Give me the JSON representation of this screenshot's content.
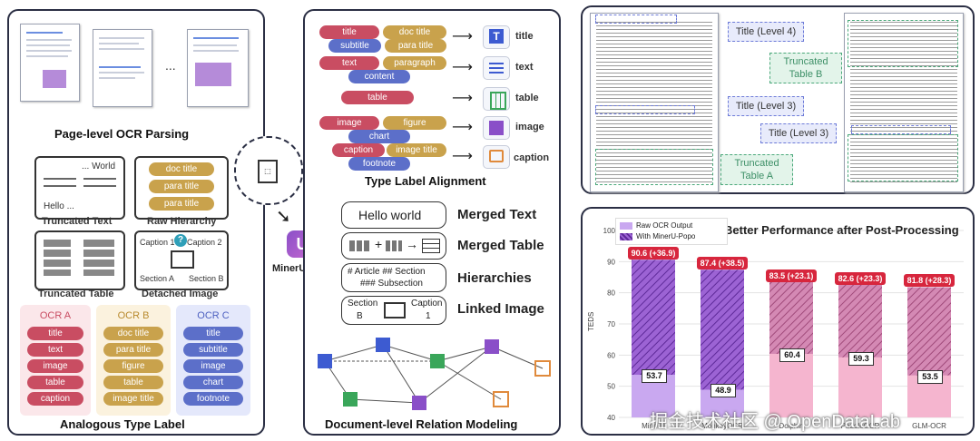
{
  "panels": {
    "left_top_title": "Page-level OCR Parsing",
    "truncated_text_label": "Truncated Text",
    "truncated_text_top": "... World",
    "truncated_text_bottom": "Hello ...",
    "raw_hierarchy_label": "Raw Hierarchy",
    "raw_hierarchy_items": [
      "doc title",
      "para title",
      "para title"
    ],
    "truncated_table_label": "Truncated Table",
    "detached_image_label": "Detached Image",
    "detached_image_captions": [
      "Caption 1",
      "Caption 2",
      "Section A",
      "Section B"
    ],
    "analogous_label": "Analogous Type Label",
    "ocr_a_head": "OCR A",
    "ocr_b_head": "OCR B",
    "ocr_c_head": "OCR C",
    "ocr_a_items": [
      "title",
      "text",
      "image",
      "table",
      "caption"
    ],
    "ocr_b_items": [
      "doc title",
      "para title",
      "figure",
      "table",
      "image title"
    ],
    "ocr_c_items": [
      "title",
      "subtitle",
      "image",
      "chart",
      "footnote"
    ],
    "logo_text": "MinerU-Popo",
    "ellipsis": "...",
    "question_mark": "?"
  },
  "alignment": {
    "title": "Type Label Alignment",
    "row1_pills": [
      "title",
      "doc title",
      "subtitle",
      "para title"
    ],
    "row1_out": "title",
    "row2_pills": [
      "text",
      "paragraph",
      "content"
    ],
    "row2_out": "text",
    "row3_pills": [
      "table"
    ],
    "row3_out": "table",
    "row4_pills": [
      "image",
      "figure",
      "chart"
    ],
    "row4_out": "image",
    "row5_pills": [
      "caption",
      "image title",
      "footnote"
    ],
    "row5_out": "caption",
    "icon_title_glyph": "T"
  },
  "merging": {
    "merged_text_box": "Hello world",
    "merged_text_label": "Merged Text",
    "merged_table_label": "Merged Table",
    "hierarchy_box_line1": "# Article  ## Section",
    "hierarchy_box_line2": "### Subsection",
    "hierarchies_label": "Hierarchies",
    "linked_box_left": "Section",
    "linked_box_left2": "B",
    "linked_box_right": "Caption",
    "linked_box_right2": "1",
    "linked_image_label": "Linked Image",
    "relation_title": "Document-level Relation Modeling"
  },
  "document": {
    "title_level4": "Title (Level 4)",
    "title_level3a": "Title (Level 3)",
    "title_level3b": "Title (Level 3)",
    "truncated_table_b": "Truncated Table B",
    "truncated_table_a": "Truncated Table A"
  },
  "chart_data": {
    "type": "bar",
    "title": "Better Performance after Post-Processing",
    "ylabel": "TEDS",
    "ylim": [
      40,
      100
    ],
    "yticks": [
      40,
      50,
      60,
      70,
      80,
      90,
      100
    ],
    "categories": [
      "MinerU",
      "MonkeyOCR",
      "Dolphin",
      "PaddleOCR",
      "GLM-OCR"
    ],
    "series": [
      {
        "name": "Raw OCR Output",
        "values": [
          53.7,
          48.9,
          60.4,
          59.3,
          53.5
        ]
      },
      {
        "name": "With MinerU-Popo",
        "values": [
          90.6,
          87.4,
          83.5,
          82.6,
          81.8
        ]
      }
    ],
    "improvements": [
      "90.6 (+36.9)",
      "87.4 (+38.5)",
      "83.5 (+23.1)",
      "82.6 (+23.3)",
      "81.8 (+28.3)"
    ],
    "raw_labels": [
      "53.7",
      "48.9",
      "60.4",
      "59.3",
      "53.5"
    ],
    "legend": [
      "Raw OCR Output",
      "With MinerU-Popo"
    ],
    "legend_position": "top-left",
    "colors": [
      "#c9a8f0",
      "#8a4fc8",
      "#f5b5cf",
      "#c86a9a"
    ]
  },
  "watermark": "掘金技术社区 @ OpenDataLab"
}
